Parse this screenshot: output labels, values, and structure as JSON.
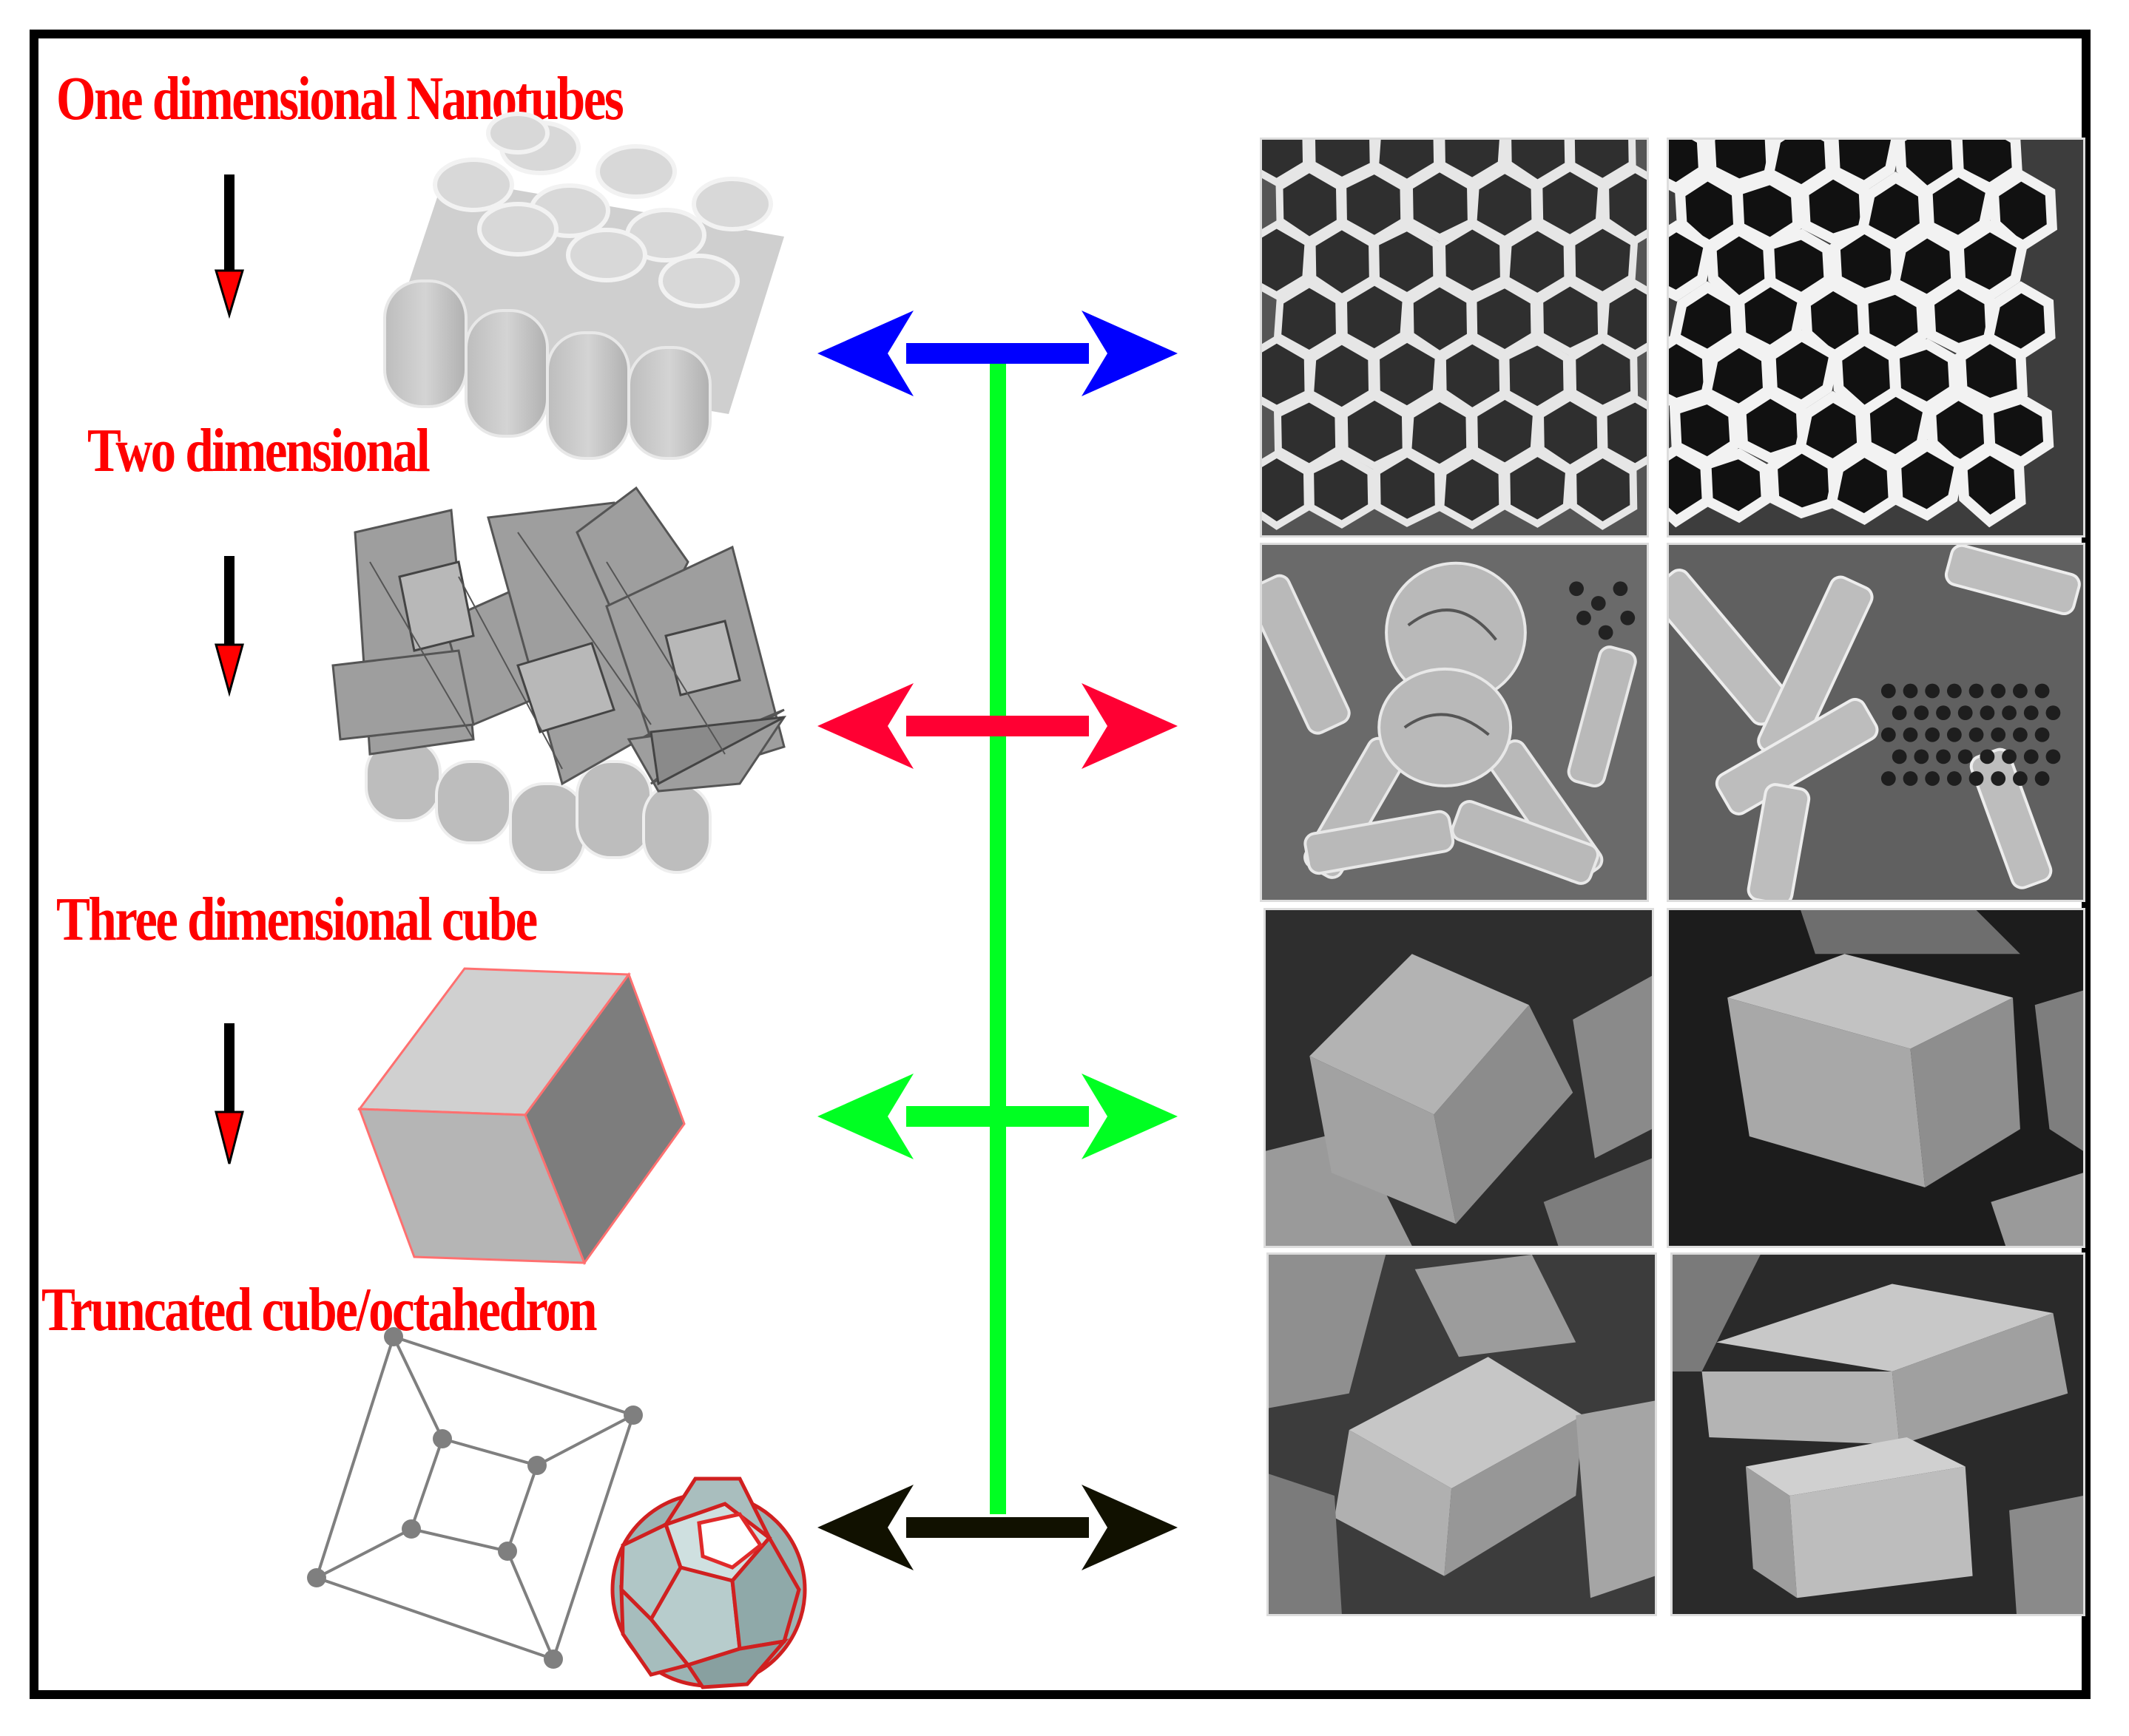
{
  "stages": [
    {
      "id": "nanotubes",
      "label": "One dimensional Nanotubes",
      "connector_color": "#0000ff"
    },
    {
      "id": "two-d",
      "label": "Two dimensional",
      "connector_color": "#ff0033"
    },
    {
      "id": "cube",
      "label": "Three dimensional cube",
      "connector_color": "#00ff22"
    },
    {
      "id": "truncated",
      "label": "Truncated cube/octahedron",
      "connector_color": "#111100"
    }
  ],
  "colors": {
    "label": "#ff0000",
    "axis": "#00ff22",
    "down_arrow_shaft": "#000000",
    "down_arrow_tip": "#ff0000",
    "shape_fill": "#c8c8c8",
    "shape_edge": "#ff6666"
  },
  "icons": [
    "down-arrow-icon",
    "double-arrow-icon",
    "nanotube-bundle-icon",
    "cube-icon",
    "cube-wireframe-icon",
    "truncated-octahedron-icon"
  ],
  "sem_panels": [
    {
      "row": "nanotubes",
      "variant": "honeycomb-a"
    },
    {
      "row": "nanotubes",
      "variant": "honeycomb-b"
    },
    {
      "row": "two-d",
      "variant": "rods-a"
    },
    {
      "row": "two-d",
      "variant": "rods-b"
    },
    {
      "row": "cube",
      "variant": "cube-a"
    },
    {
      "row": "cube",
      "variant": "cube-b"
    },
    {
      "row": "truncated",
      "variant": "truncated-a"
    },
    {
      "row": "truncated",
      "variant": "truncated-b"
    }
  ]
}
